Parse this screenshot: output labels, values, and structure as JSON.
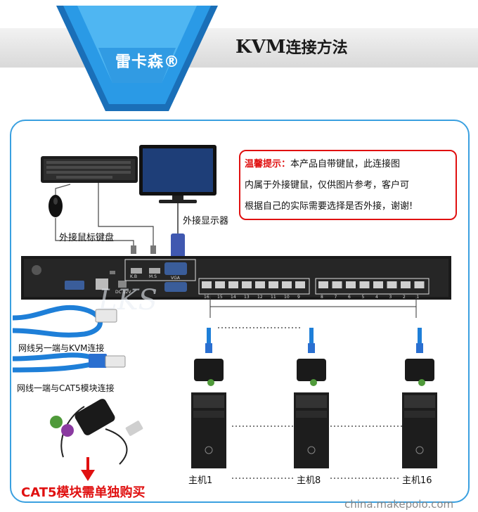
{
  "header": {
    "brand": "雷卡森®",
    "title_prefix": "KVM",
    "title_suffix": "连接方法"
  },
  "labels": {
    "mouse_keyboard": "外接鼠标键盘",
    "monitor": "外接显示器",
    "cable_to_kvm": "网线另一端与KVM连接",
    "cable_to_module": "网线一端与CAT5模块连接",
    "module_note": "CAT5模块需单独购买"
  },
  "note": {
    "heading": "温馨提示：",
    "line1": "本产品自带键鼠，此连接图",
    "line2": "内属于外接键鼠，仅供图片参考，客户可",
    "line3": "根据自己的实际需要选择是否外接，谢谢!"
  },
  "hosts": [
    {
      "label": "主机1"
    },
    {
      "label": "主机8"
    },
    {
      "label": "主机16"
    }
  ],
  "port_numbers": [
    "16",
    "15",
    "14",
    "13",
    "12",
    "11",
    "10",
    "9",
    "8",
    "7",
    "6",
    "5",
    "4",
    "3",
    "2",
    "1"
  ],
  "panel_labels": {
    "kb": "K.B",
    "ms": "M.S",
    "vga": "VGA",
    "dc": "DC 12V"
  },
  "watermark": "china.makepolo.com",
  "colors": {
    "accent_blue": "#1e88d8",
    "frame_blue": "#3aa0e0",
    "alert_red": "#e01010"
  }
}
